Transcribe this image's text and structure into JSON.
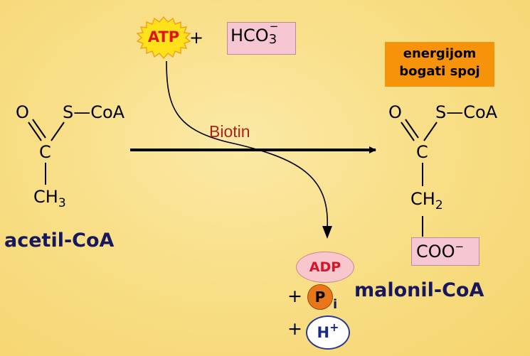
{
  "reactants": {
    "atp": "ATP",
    "plus1": "+",
    "hco3_base": "HCO",
    "hco3_sub": "3",
    "hco3_sup": "−"
  },
  "acetyl": {
    "o": "O",
    "s_coa": "S—CoA",
    "c": "C",
    "ch_base": "CH",
    "ch_sub": "3",
    "name": "acetil-CoA"
  },
  "arrow": {
    "label": "Biotin"
  },
  "products": {
    "adp": "ADP",
    "plus_pi": "+",
    "pi_symbol": "P",
    "pi_sub": "i",
    "plus_h": "+",
    "h_symbol": "H",
    "h_sup": "+"
  },
  "malonyl": {
    "label_line1": "energijom",
    "label_line2": "bogati spoj",
    "o": "O",
    "s_coa": "S—CoA",
    "c": "C",
    "ch_base": "CH",
    "ch_sub": "2",
    "coo_base": "COO",
    "coo_sup": "−",
    "name": "malonil-CoA"
  },
  "colors": {
    "background": "#f8df88",
    "name_text": "#17175e",
    "atp_text": "#e0141c",
    "atp_burst": "#ffe21a",
    "pink_box": "#f6c6d3",
    "orange_box": "#f7930a",
    "biotin_text": "#b0221c"
  }
}
